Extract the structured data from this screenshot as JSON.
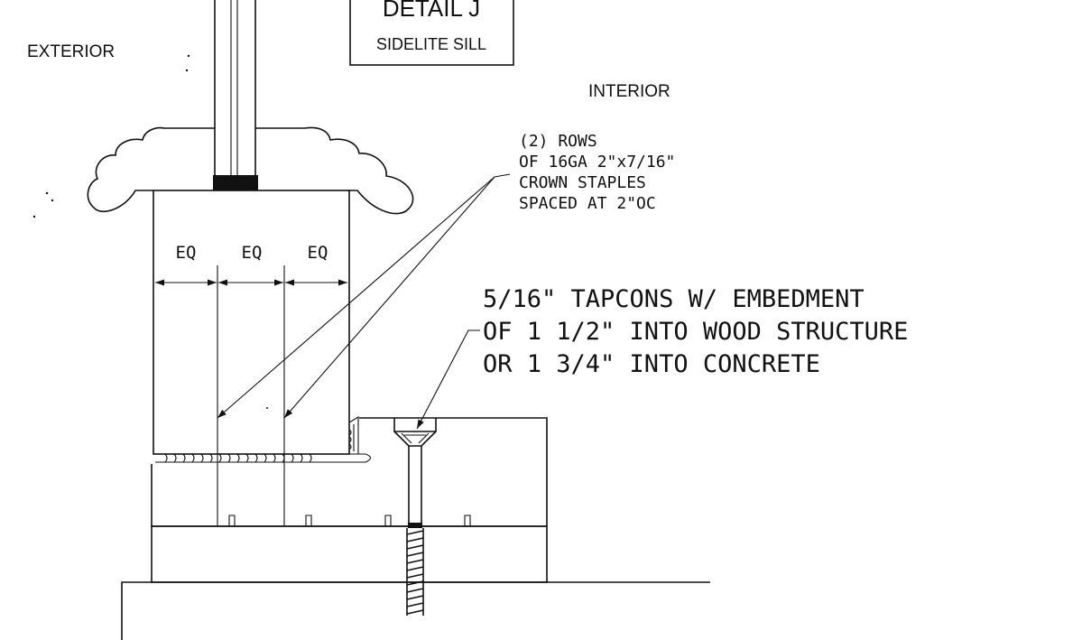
{
  "title": {
    "line1": "DETAIL J",
    "line2": "SIDELITE SILL"
  },
  "labels": {
    "exterior": "EXTERIOR",
    "interior": "INTERIOR"
  },
  "dimension_labels": [
    "EQ",
    "EQ",
    "EQ"
  ],
  "staple_note": [
    "(2) ROWS",
    "OF 16GA 2\"x7/16\"",
    "CROWN STAPLES",
    "SPACED AT 2\"OC"
  ],
  "tapcon_note": [
    "5/16\" TAPCONS W/ EMBEDMENT",
    "OF 1 1/2\" INTO WOOD STRUCTURE",
    "OR 1 3/4\" INTO CONCRETE"
  ]
}
